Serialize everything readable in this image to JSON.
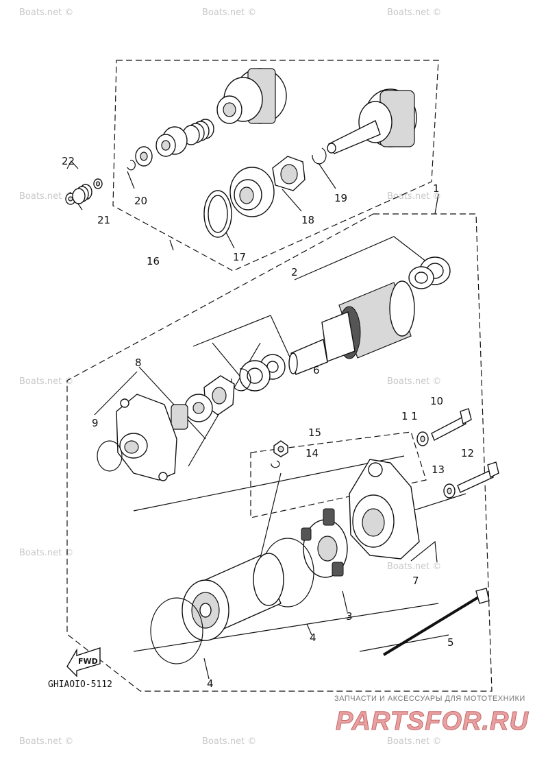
{
  "watermark": "Boats.net ©",
  "diagram_code": "GHIAOIO-5112",
  "fwd_label": "FWD",
  "footer": {
    "tagline": "ЗАПЧАСТИ И АКСЕССУАРЫ ДЛЯ МОТОТЕХНИКИ",
    "brand": "PARTSFOR.RU",
    "brand_color": "#e8a0a0"
  },
  "callouts": {
    "p1": "1",
    "p2": "2",
    "p3": "3",
    "p4a": "4",
    "p4b": "4",
    "p5": "5",
    "p6": "6",
    "p7": "7",
    "p8": "8",
    "p9": "9",
    "p10": "10",
    "p11": "1 1",
    "p12": "12",
    "p13": "13",
    "p14": "14",
    "p15": "15",
    "p16": "16",
    "p17": "17",
    "p18": "18",
    "p19": "19",
    "p20": "20",
    "p21": "21",
    "p22": "22"
  }
}
